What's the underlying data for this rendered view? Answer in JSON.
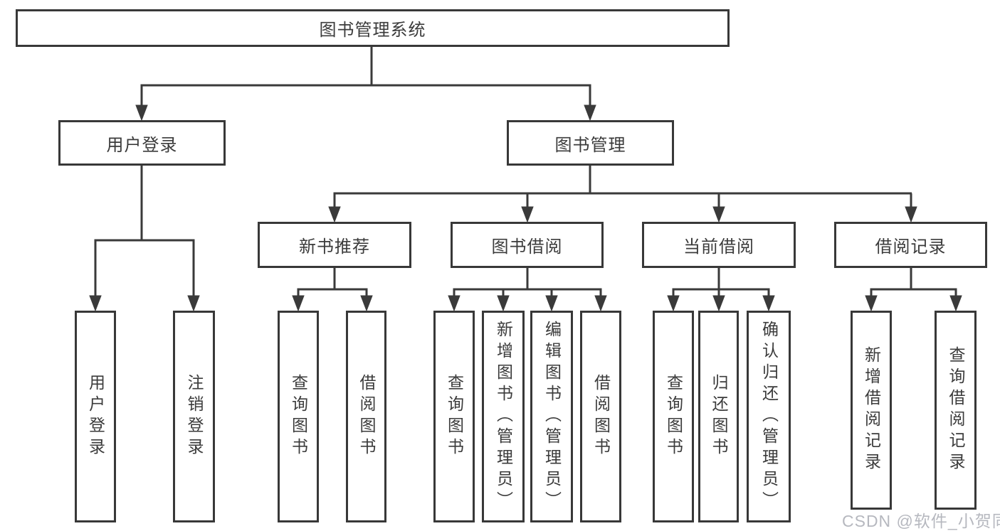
{
  "diagram_type": "hierarchy-tree",
  "colors": {
    "background": "#ffffff",
    "box_border": "#383838",
    "connector": "#3a3a3a",
    "text": "#3b3b3b",
    "watermark": "#b2b4bc"
  },
  "tree": {
    "root": {
      "label": "图书管理系统",
      "children": [
        {
          "label": "用户登录",
          "children": [
            {
              "label": "用户登录"
            },
            {
              "label": "注销登录"
            }
          ]
        },
        {
          "label": "图书管理",
          "children": [
            {
              "label": "新书推荐",
              "children": [
                {
                  "label": "查询图书"
                },
                {
                  "label": "借阅图书"
                }
              ]
            },
            {
              "label": "图书借阅",
              "children": [
                {
                  "label": "查询图书"
                },
                {
                  "label": "新增图书（管理员）"
                },
                {
                  "label": "编辑图书（管理员）"
                },
                {
                  "label": "借阅图书"
                }
              ]
            },
            {
              "label": "当前借阅",
              "children": [
                {
                  "label": "查询图书"
                },
                {
                  "label": "归还图书"
                },
                {
                  "label": "确认归还（管理员）"
                }
              ]
            },
            {
              "label": "借阅记录",
              "children": [
                {
                  "label": "新增借阅记录"
                },
                {
                  "label": "查询借阅记录"
                }
              ]
            }
          ]
        }
      ]
    }
  },
  "watermark": {
    "text": "CSDN @软件_小贺同学"
  }
}
